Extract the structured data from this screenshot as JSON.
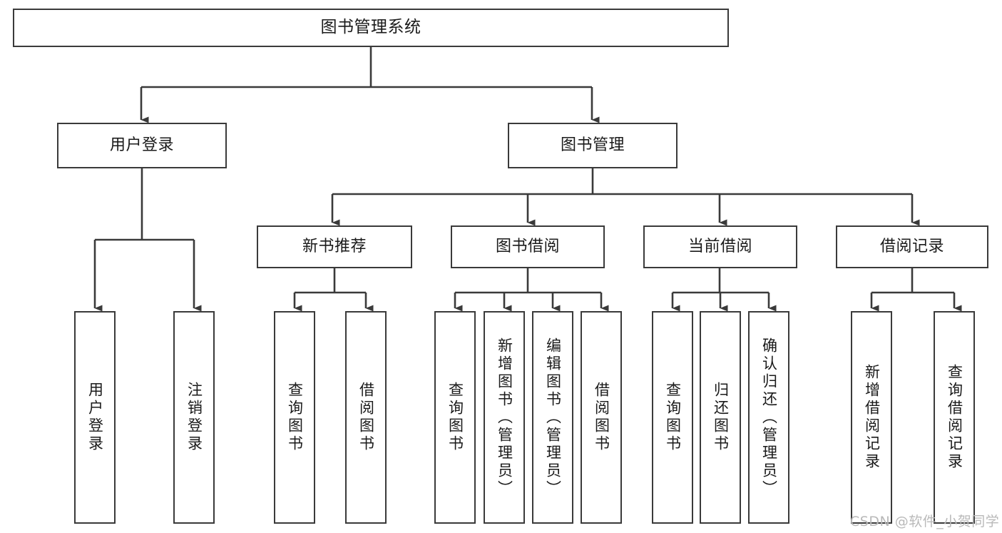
{
  "diagram": {
    "type": "tree",
    "title": "图书管理系统",
    "colors": {
      "box_border": "#3a3a3a",
      "box_fill": "#ffffff",
      "edge": "#3a3a3a",
      "text": "#1a1a1a",
      "watermark": "#b9b9b9",
      "background": "#ffffff"
    },
    "nodes": {
      "root": {
        "label": "图书管理系统"
      },
      "level1": [
        {
          "label": "用户登录"
        },
        {
          "label": "图书管理"
        }
      ],
      "level2": [
        {
          "label": "新书推荐"
        },
        {
          "label": "图书借阅"
        },
        {
          "label": "当前借阅"
        },
        {
          "label": "借阅记录"
        }
      ],
      "leaves": {
        "user_login": [
          {
            "label": "用户登录"
          },
          {
            "label": "注销登录"
          }
        ],
        "new_book": [
          {
            "label": "查询图书"
          },
          {
            "label": "借阅图书"
          }
        ],
        "book_borrow": [
          {
            "label": "查询图书"
          },
          {
            "label": "新增图书（管理员）"
          },
          {
            "label": "编辑图书（管理员）"
          },
          {
            "label": "借阅图书"
          }
        ],
        "current_borrow": [
          {
            "label": "查询图书"
          },
          {
            "label": "归还图书"
          },
          {
            "label": "确认归还（管理员）"
          }
        ],
        "borrow_record": [
          {
            "label": "新增借阅记录"
          },
          {
            "label": "查询借阅记录"
          }
        ]
      }
    },
    "watermark": {
      "text": "CSDN @软件_小贺同学"
    }
  }
}
